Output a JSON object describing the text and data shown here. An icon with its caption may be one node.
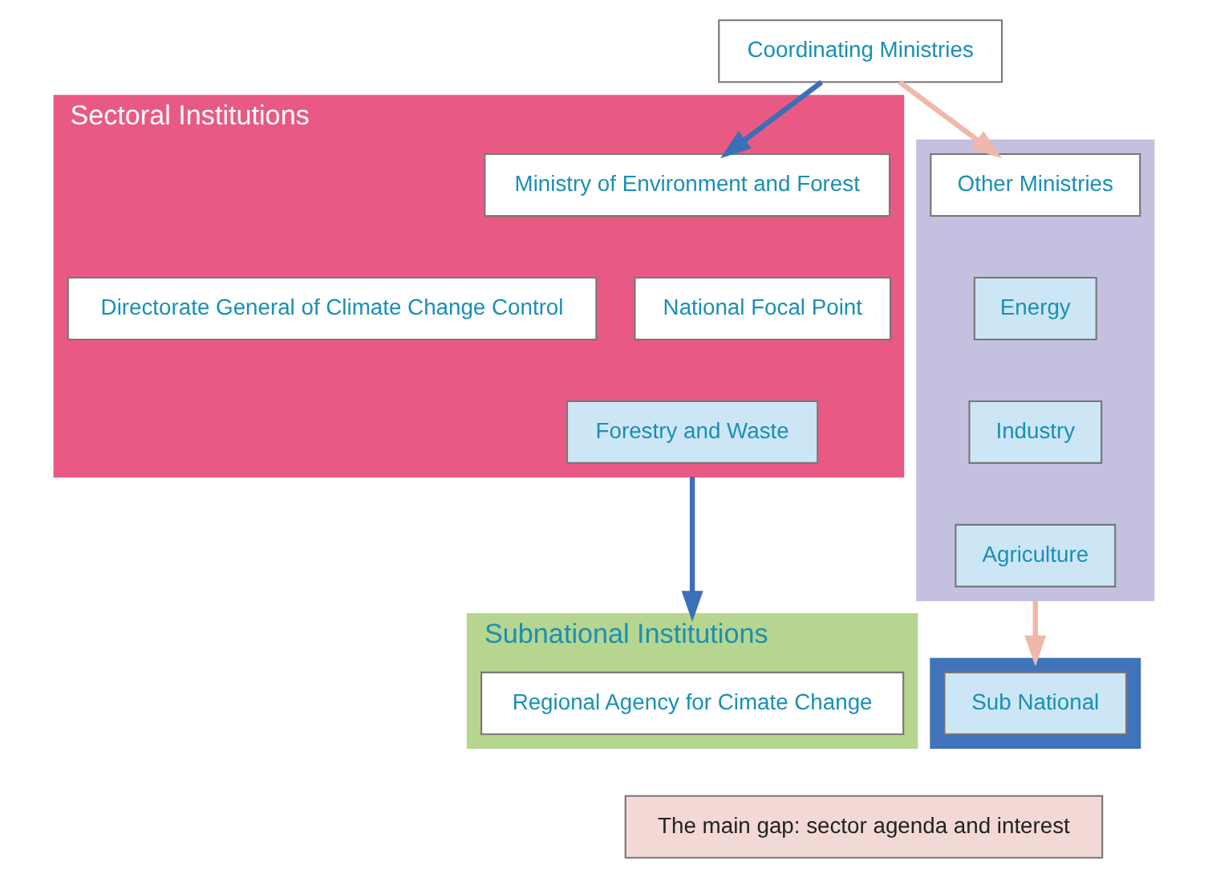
{
  "diagram": {
    "nodes": [
      {
        "text": [
          "Coordinating Ministries"
        ]
      },
      {
        "text": [
          "Sectoral Institutions"
        ]
      },
      {
        "text": [
          "Ministry of Environment and Forest"
        ],
        "in": 1
      },
      {
        "text": [
          "Directorate General of Climate Change Control"
        ],
        "in": 1
      },
      {
        "text": [
          "National Focal Point"
        ],
        "in": 1
      },
      {
        "text": [
          "Forestry and Waste"
        ],
        "in": 1
      },
      {
        "text": [],
        "shape": "box"
      },
      {
        "text": [
          "Other Ministries"
        ],
        "in": 6
      },
      {
        "text": [
          "Energy"
        ],
        "in": 6
      },
      {
        "text": [
          "Industry"
        ],
        "in": 6
      },
      {
        "text": [
          "Agriculture"
        ],
        "in": 6
      },
      {
        "text": [
          "Subnational Institutions"
        ]
      },
      {
        "text": [
          "Regional Agency for Cimate Change"
        ],
        "in": 11
      },
      {
        "text": [],
        "shape": "box"
      },
      {
        "text": [
          "Sub National"
        ],
        "in": 13
      },
      {
        "text": [
          "The main gap: sector agenda and interest"
        ]
      }
    ],
    "edges": [
      {
        "from": 0,
        "to": 2,
        "arrow": "to",
        "color": "#3b6fb6"
      },
      {
        "from": 0,
        "to": 7,
        "arrow": "to",
        "color": "#f0b8aa"
      },
      {
        "from": 1,
        "to": 11,
        "arrow": "to",
        "color": "#3b6fb6"
      },
      {
        "from": 6,
        "to": 13,
        "arrow": "to",
        "color": "#f0b8aa"
      }
    ]
  }
}
